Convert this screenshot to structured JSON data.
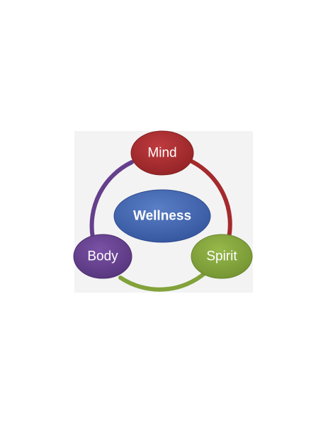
{
  "diagram": {
    "nodes": {
      "center": {
        "label": "Wellness",
        "color": "#3f63ae"
      },
      "mind": {
        "label": "Mind",
        "color": "#a42a2d"
      },
      "spirit": {
        "label": "Spirit",
        "color": "#82a23a"
      },
      "body": {
        "label": "Body",
        "color": "#653f8c"
      }
    },
    "cycle_colors": {
      "mind_to_spirit": "#a42a2d",
      "spirit_to_body": "#82a23a",
      "body_to_mind": "#653f8c"
    }
  }
}
